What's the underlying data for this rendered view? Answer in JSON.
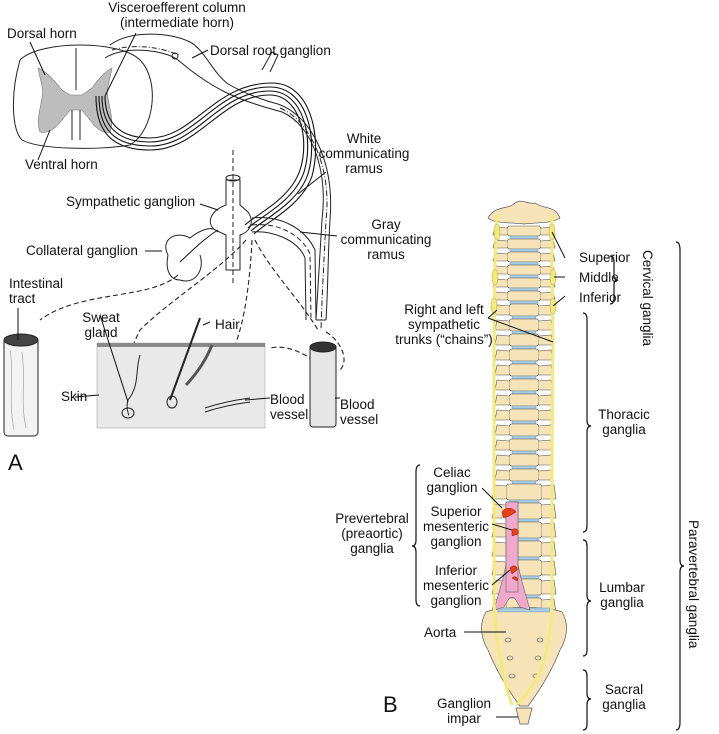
{
  "figure": {
    "panels": [
      {
        "id": "A",
        "label": "A"
      },
      {
        "id": "B",
        "label": "B"
      }
    ]
  },
  "panel_a": {
    "labels": {
      "visceroefferent_line1": "Visceroefferent column",
      "visceroefferent_line2": "(intermediate horn)",
      "dorsal_horn": "Dorsal horn",
      "dorsal_root_ganglion": "Dorsal root ganglion",
      "ventral_horn": "Ventral horn",
      "white_ramus_line1": "White",
      "white_ramus_line2": "communicating",
      "white_ramus_line3": "ramus",
      "sympathetic_ganglion": "Sympathetic ganglion",
      "gray_ramus_line1": "Gray",
      "gray_ramus_line2": "communicating",
      "gray_ramus_line3": "ramus",
      "collateral_ganglion": "Collateral ganglion",
      "intestinal_line1": "Intestinal",
      "intestinal_line2": "tract",
      "sweat_line1": "Sweat",
      "sweat_line2": "gland",
      "hair": "Hair",
      "skin": "Skin",
      "blood_vessel_inner_line1": "Blood",
      "blood_vessel_inner_line2": "vessel",
      "blood_vessel_outer_line1": "Blood",
      "blood_vessel_outer_line2": "vessel"
    }
  },
  "panel_b": {
    "colors": {
      "bone": "#f6e4b8",
      "disc": "#a9cbe0",
      "trunk": "#f2ea7a",
      "aorta": "#f0a8cc",
      "ganglion": "#e8401c"
    },
    "labels": {
      "superior": "Superior",
      "middle": "Middle",
      "inferior": "Inferior",
      "cervical_ganglia": "Cervical ganglia",
      "trunks_line1": "Right and left",
      "trunks_line2": "sympathetic",
      "trunks_line3": "trunks (“chains”)",
      "thoracic_line1": "Thoracic",
      "thoracic_line2": "ganglia",
      "celiac_line1": "Celiac",
      "celiac_line2": "ganglion",
      "sup_mes_line1": "Superior",
      "sup_mes_line2": "mesenteric",
      "sup_mes_line3": "ganglion",
      "prevertebral_line1": "Prevertebral",
      "prevertebral_line2": "(preaortic)",
      "prevertebral_line3": "ganglia",
      "inf_mes_line1": "Inferior",
      "inf_mes_line2": "mesenteric",
      "inf_mes_line3": "ganglion",
      "lumbar_line1": "Lumbar",
      "lumbar_line2": "ganglia",
      "aorta": "Aorta",
      "paravertebral_ganglia": "Paravertebral ganglia",
      "sacral_line1": "Sacral",
      "sacral_line2": "ganglia",
      "impar_line1": "Ganglion",
      "impar_line2": "impar"
    }
  }
}
